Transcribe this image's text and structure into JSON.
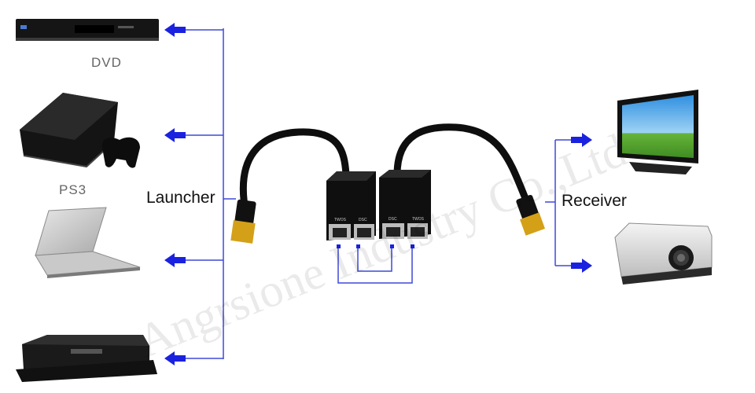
{
  "labels": {
    "dvd": "DVD",
    "ps3": "PS3",
    "launcher": "Launcher",
    "receiver": "Receiver"
  },
  "extender_ports": {
    "left": [
      "TWOS",
      "DSC"
    ],
    "right": [
      "DSC",
      "TWOS"
    ]
  },
  "colors": {
    "line": "#3f49d9",
    "arrow": "#1a22e0",
    "device": "#1b1b1b",
    "cable": "#0e0e0e"
  },
  "icons": [
    "dvd-player-icon",
    "ps3-console-icon",
    "laptop-icon",
    "set-top-box-icon",
    "hdmi-extender-icon",
    "tv-monitor-icon",
    "projector-icon"
  ]
}
